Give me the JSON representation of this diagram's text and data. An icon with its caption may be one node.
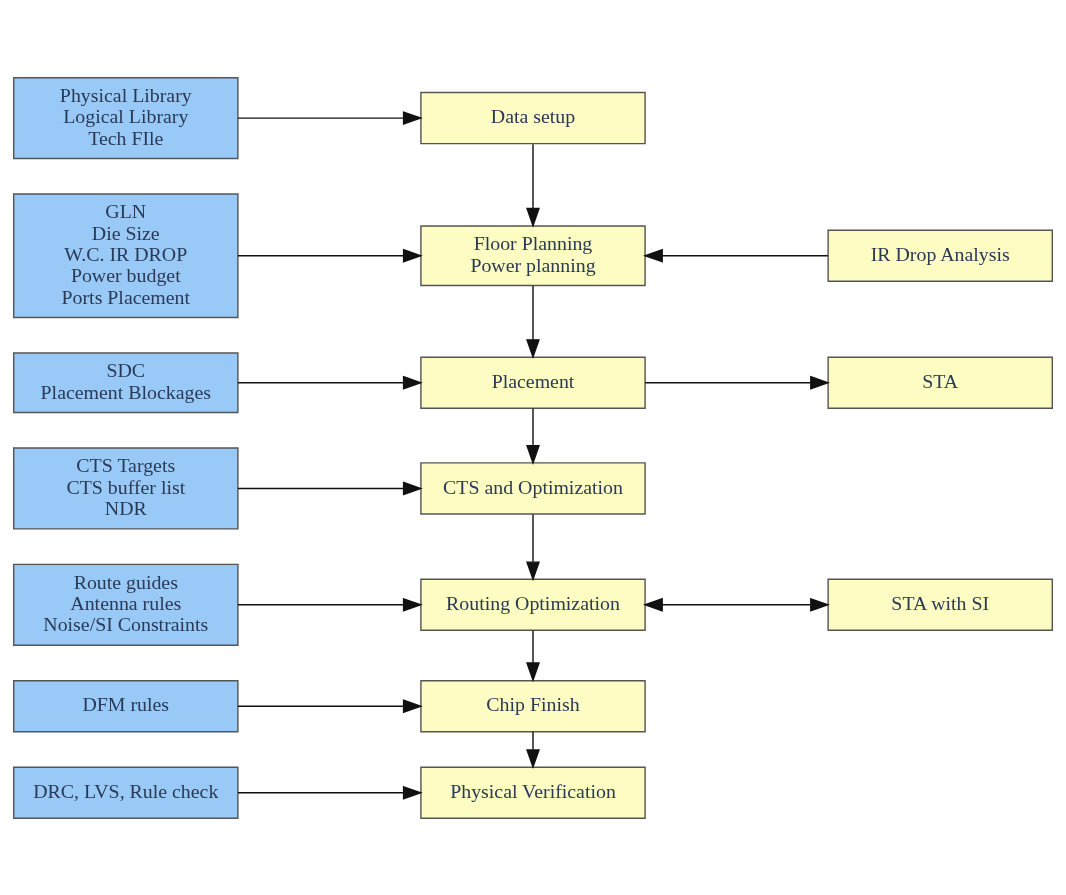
{
  "diagram": {
    "nodes": [
      {
        "text": [
          "Physical Library",
          "Logical Library",
          "Tech FIle"
        ]
      },
      {
        "text": [
          "Data setup"
        ]
      },
      {
        "text": [
          "GLN",
          "Die Size",
          "W.C. IR DROP",
          "Power budget",
          "Ports Placement"
        ]
      },
      {
        "text": [
          "Floor Planning",
          "Power planning"
        ]
      },
      {
        "text": [
          "IR Drop Analysis"
        ]
      },
      {
        "text": [
          "SDC",
          "Placement Blockages"
        ]
      },
      {
        "text": [
          "Placement"
        ]
      },
      {
        "text": [
          "STA"
        ]
      },
      {
        "text": [
          "CTS Targets",
          "CTS buffer list",
          "NDR"
        ]
      },
      {
        "text": [
          "CTS and Optimization"
        ]
      },
      {
        "text": [
          "Route guides",
          "Antenna rules",
          "Noise/SI Constraints"
        ]
      },
      {
        "text": [
          "Routing Optimization"
        ]
      },
      {
        "text": [
          "STA with SI"
        ]
      },
      {
        "text": [
          "DFM rules"
        ]
      },
      {
        "text": [
          "Chip Finish"
        ]
      },
      {
        "text": [
          "DRC, LVS, Rule check"
        ]
      },
      {
        "text": [
          "Physical Verification"
        ]
      }
    ],
    "edges": [
      {
        "from": 0,
        "to": 1,
        "arrow": "to"
      },
      {
        "from": 1,
        "to": 3,
        "arrow": "to"
      },
      {
        "from": 2,
        "to": 3,
        "arrow": "to"
      },
      {
        "from": 4,
        "to": 3,
        "arrow": "to"
      },
      {
        "from": 3,
        "to": 6,
        "arrow": "to"
      },
      {
        "from": 5,
        "to": 6,
        "arrow": "to"
      },
      {
        "from": 6,
        "to": 9,
        "arrow": "to"
      },
      {
        "from": 6,
        "to": 7,
        "arrow": "to"
      },
      {
        "from": 8,
        "to": 9,
        "arrow": "to"
      },
      {
        "from": 9,
        "to": 11,
        "arrow": "to"
      },
      {
        "from": 10,
        "to": 11,
        "arrow": "to"
      },
      {
        "from": 11,
        "to": 12,
        "arrow": "both"
      },
      {
        "from": 11,
        "to": 14,
        "arrow": "to"
      },
      {
        "from": 13,
        "to": 14,
        "arrow": "to"
      },
      {
        "from": 14,
        "to": 16,
        "arrow": "to"
      },
      {
        "from": 15,
        "to": 16,
        "arrow": "to"
      }
    ]
  }
}
